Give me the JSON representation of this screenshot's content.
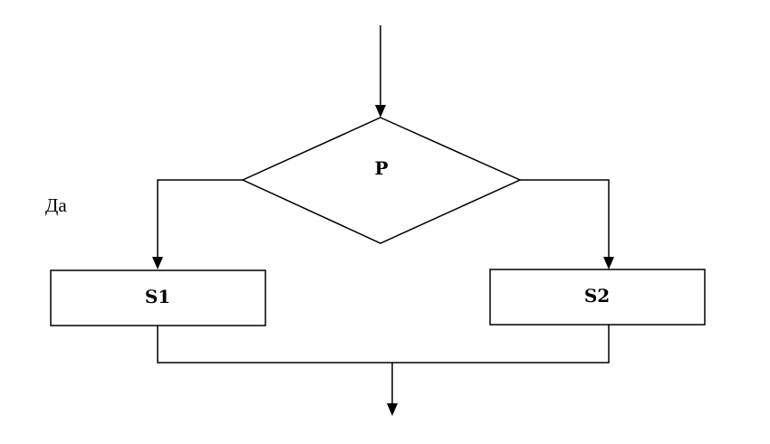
{
  "diagram": {
    "decision_label": "P",
    "yes_label": "Да",
    "left_block_label": "S1",
    "right_block_label": "S2"
  },
  "colors": {
    "line": "#000000",
    "fill": "#ffffff",
    "background": "#ffffff"
  }
}
